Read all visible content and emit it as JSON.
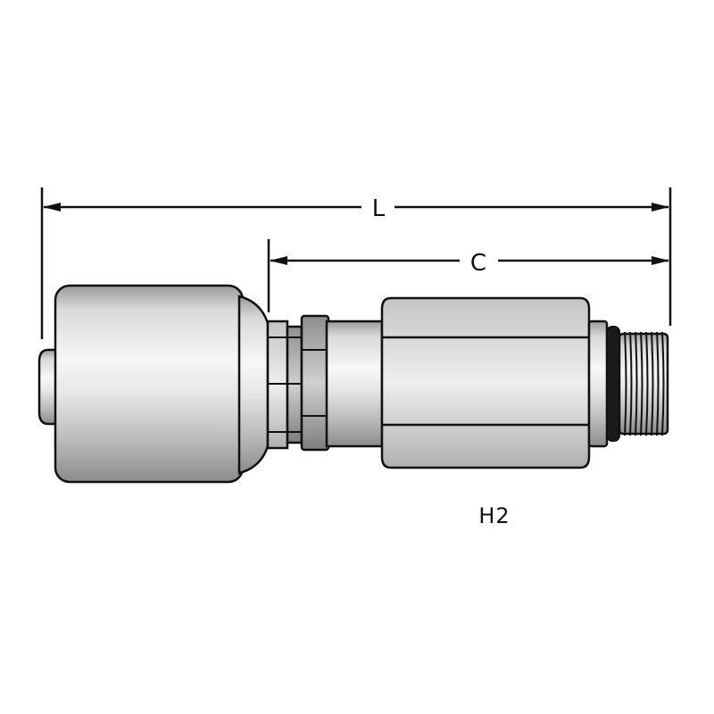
{
  "dimensions": {
    "overall_length_label": "L",
    "cutoff_length_label": "C"
  },
  "part": {
    "code_label": "H2"
  },
  "colors": {
    "line": "#111111",
    "metal_light": "#f4f4f4",
    "metal_mid": "#c8c8c8",
    "metal_dark": "#8a8a8a",
    "seal": "#1a1a1a"
  }
}
